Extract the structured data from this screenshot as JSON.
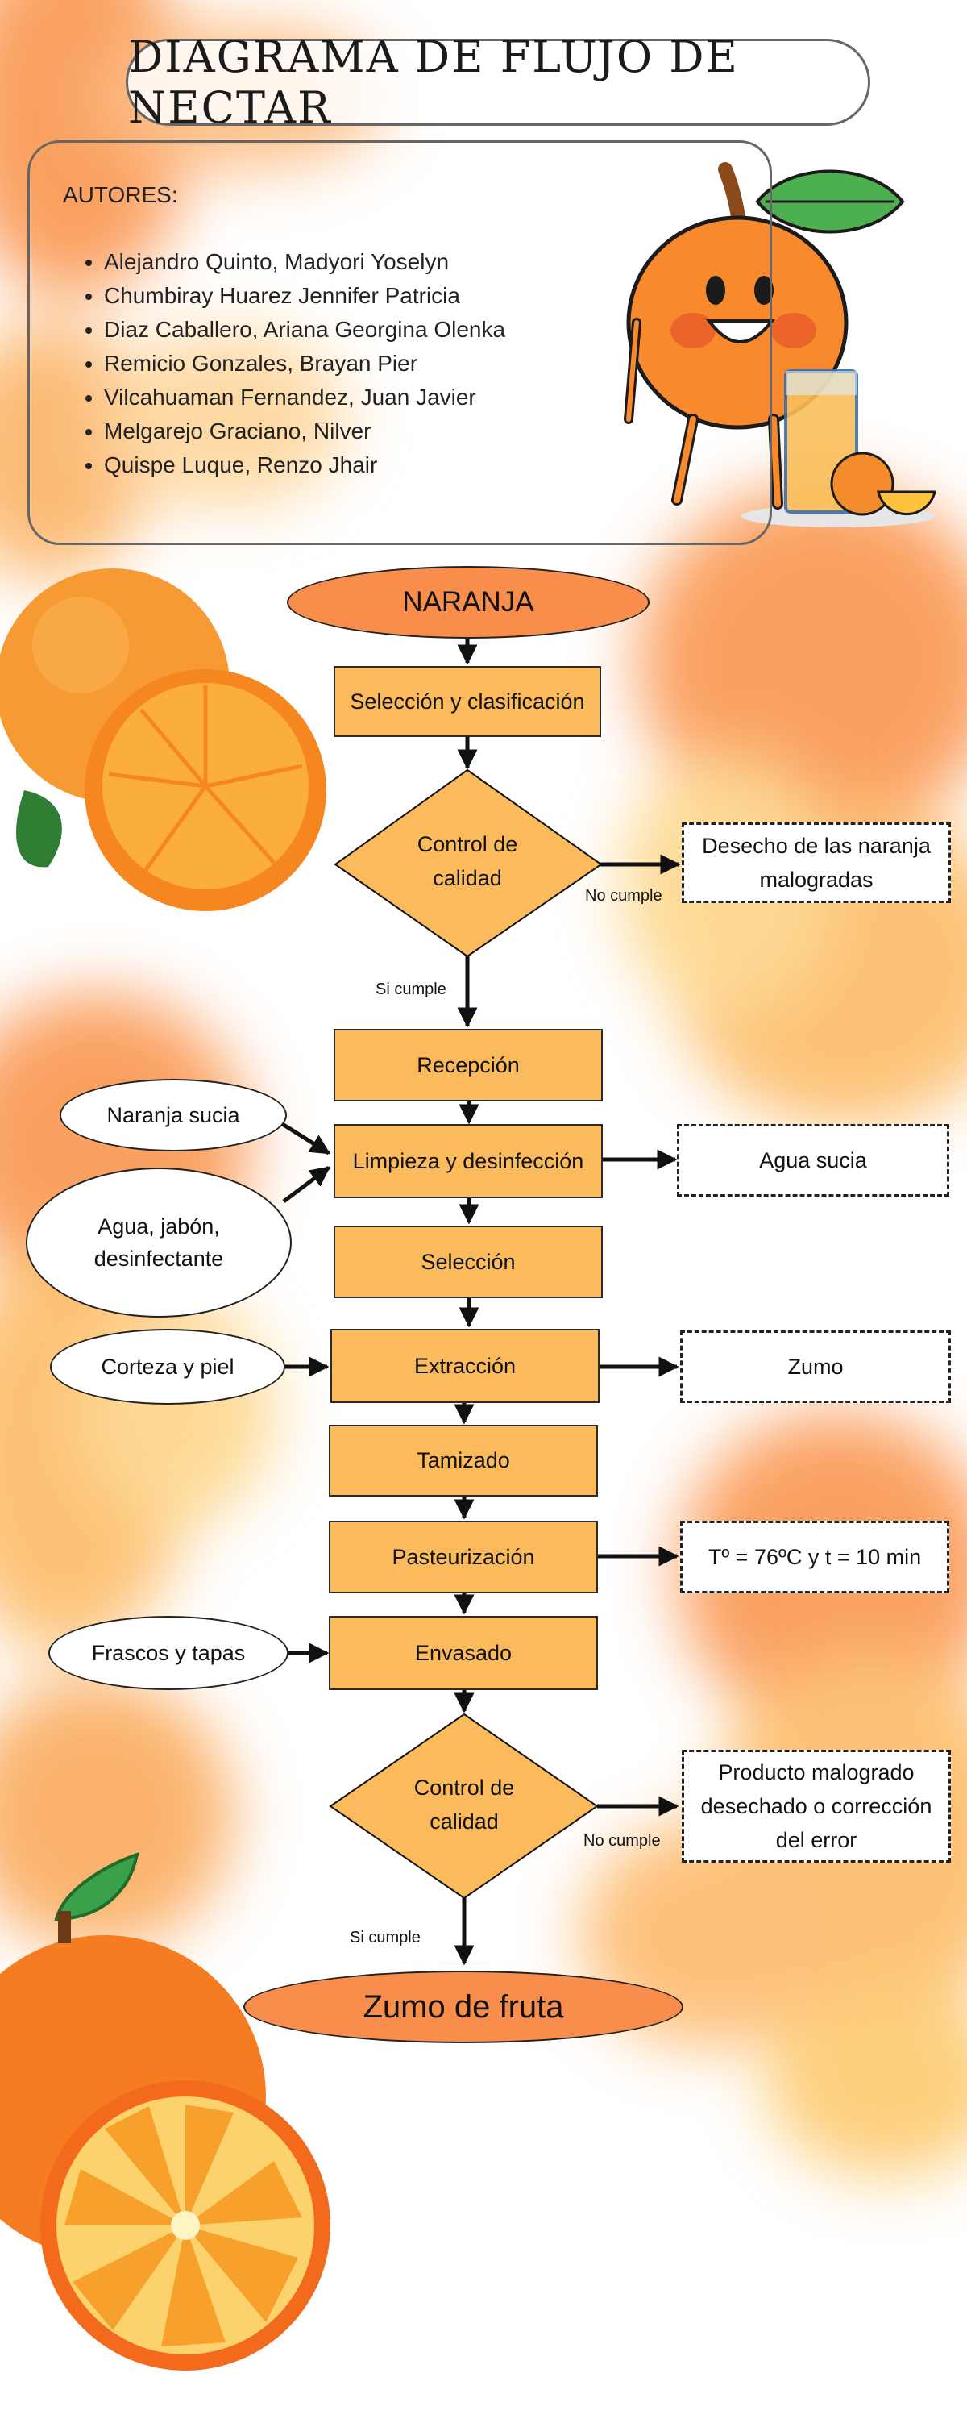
{
  "title": "DIAGRAMA DE FLUJO DE NECTAR",
  "authors": {
    "label": "AUTORES:",
    "names": [
      "Alejandro Quinto, Madyori Yoselyn",
      "Chumbiray Huarez Jennifer Patricia",
      "Diaz Caballero, Ariana Georgina Olenka",
      "Remicio Gonzales, Brayan Pier",
      "Vilcahuaman Fernandez, Juan Javier",
      "Melgarejo Graciano, Nilver",
      "Quispe Luque, Renzo Jhair"
    ]
  },
  "flow": {
    "start": "NARANJA",
    "steps": {
      "seleccion_clasificacion": "Selección y clasificación",
      "control1": "Control de calidad",
      "recepcion": "Recepción",
      "limpieza": "Limpieza y desinfección",
      "seleccion": "Selección",
      "extraccion": "Extracción",
      "tamizado": "Tamizado",
      "pasteurizacion": "Pasteurización",
      "envasado": "Envasado",
      "control2": "Control de calidad"
    },
    "end": "Zumo de fruta",
    "inputs": {
      "naranja_sucia": "Naranja sucia",
      "agua_jabon": "Agua, jabón, desinfectante",
      "corteza": "Corteza y piel",
      "frascos": "Frascos y tapas"
    },
    "outputs": {
      "desecho": "Desecho de las naranja malogradas",
      "agua_sucia": "Agua sucia",
      "zumo": "Zumo",
      "parametros": "Tº = 76ºC y t = 10 min",
      "producto_malogrado": "Producto malogrado desechado o corrección del error"
    },
    "edge_labels": {
      "no_cumple": "No cumple",
      "si_cumple": "Si cumple"
    }
  },
  "colors": {
    "box_fill": "#fbbb5c",
    "start_fill": "#f98e4c",
    "watercolor_orange": "#f98a3a",
    "watercolor_yellow": "#fdc35b"
  }
}
